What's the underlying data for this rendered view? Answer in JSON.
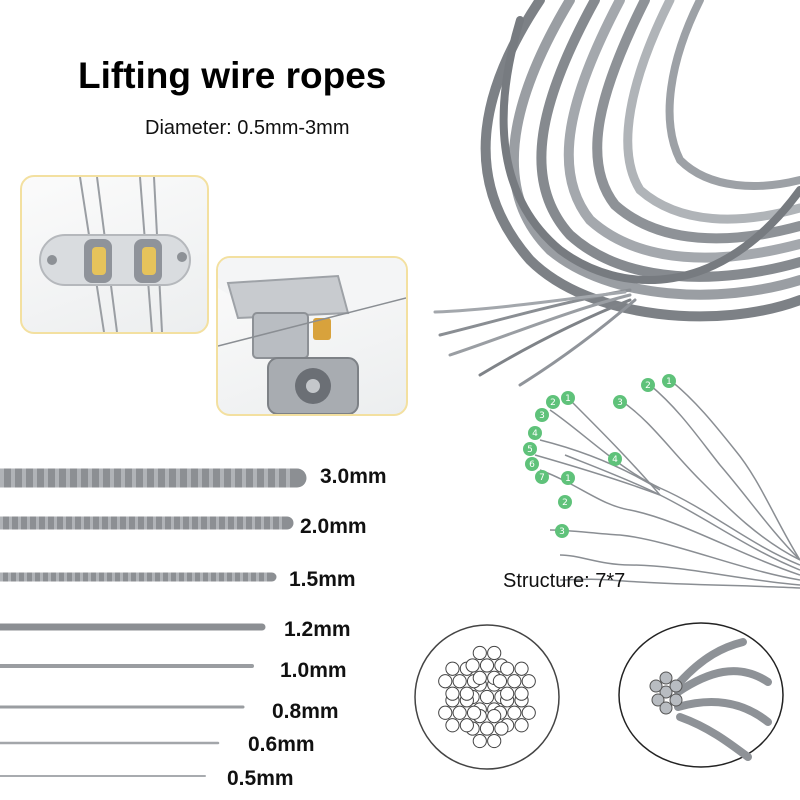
{
  "header": {
    "title": "Lifting wire ropes",
    "subtitle": "Diameter: 0.5mm-3mm"
  },
  "structure": {
    "label": "Structure: 7*7",
    "strand_markers": [
      "1",
      "2",
      "3",
      "4",
      "5",
      "6",
      "7"
    ]
  },
  "sizes": [
    {
      "label": "3.0mm"
    },
    {
      "label": "2.0mm"
    },
    {
      "label": "1.5mm"
    },
    {
      "label": "1.2mm"
    },
    {
      "label": "1.0mm"
    },
    {
      "label": "0.8mm"
    },
    {
      "label": "0.6mm"
    },
    {
      "label": "0.5mm"
    }
  ],
  "colors": {
    "wire": "#8c8f93",
    "wire_light": "#c9ccd0",
    "marker": "#5fc27a",
    "card_border": "#f3e0a0"
  }
}
